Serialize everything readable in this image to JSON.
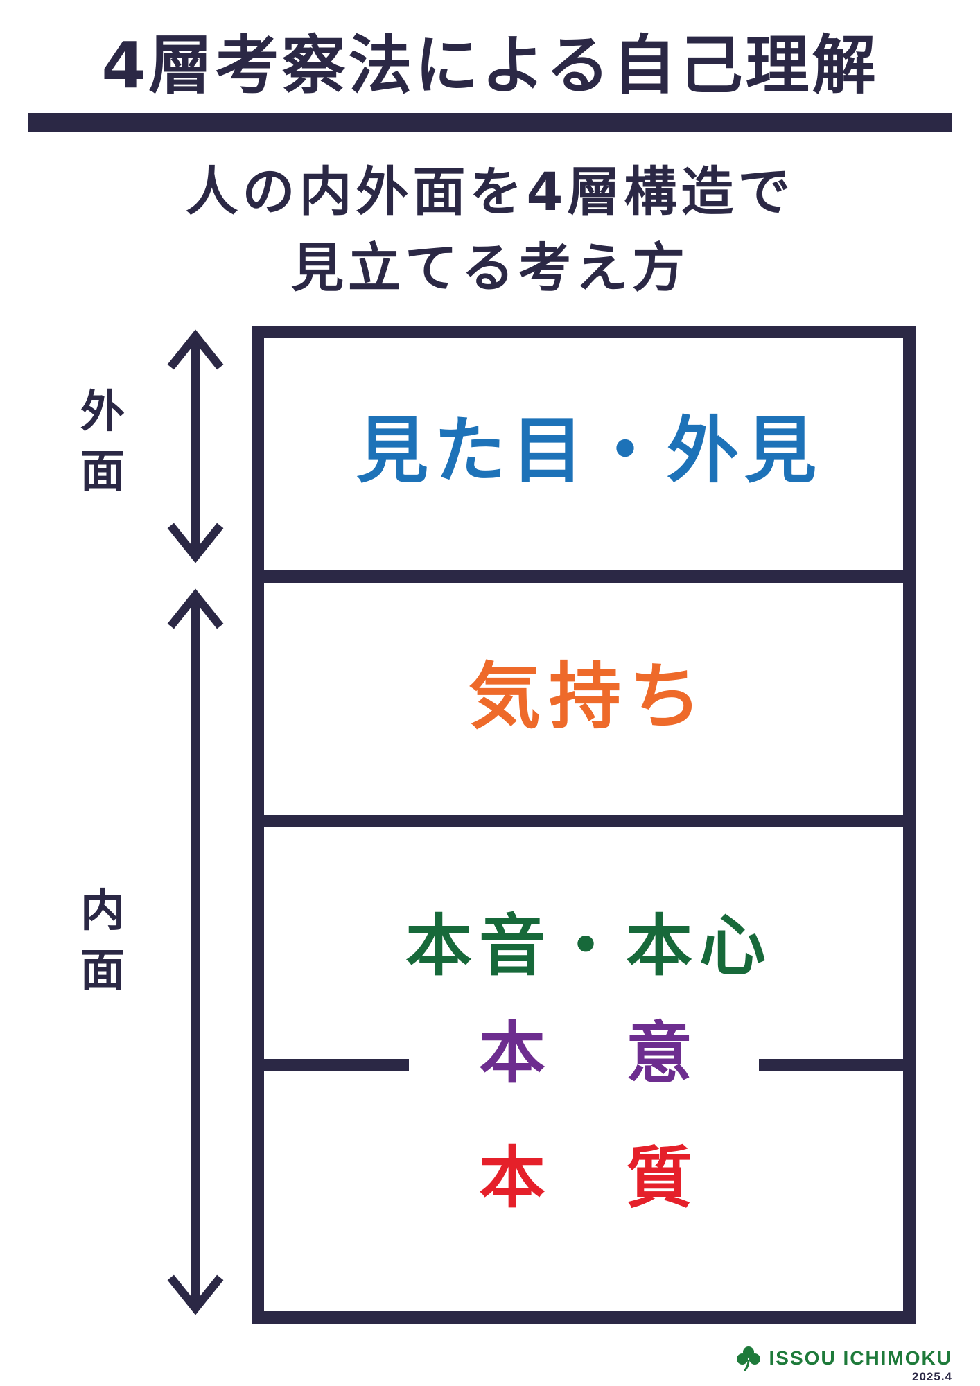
{
  "title": "4層考察法による自己理解",
  "subtitle": {
    "line1": "人の内外面を4層構造で",
    "line2": "見立てる考え方"
  },
  "side_labels": {
    "outer": [
      "外",
      "面"
    ],
    "inner": [
      "内",
      "面"
    ]
  },
  "layers": [
    {
      "label": "見た目・外見",
      "color": "#1d72b8"
    },
    {
      "label": "気持ち",
      "color": "#ee6a2a"
    },
    {
      "label": "本音・本心",
      "color": "#17693a"
    },
    {
      "label": "本　意",
      "color": "#6d2d8f"
    },
    {
      "label": "本　質",
      "color": "#e5202a"
    }
  ],
  "colors": {
    "dark": "#2b2845",
    "brand_green": "#1e7a3a"
  },
  "brand": {
    "icon": "clover-icon",
    "name": "ISSOU ICHIMOKU"
  },
  "date": "2025.4"
}
